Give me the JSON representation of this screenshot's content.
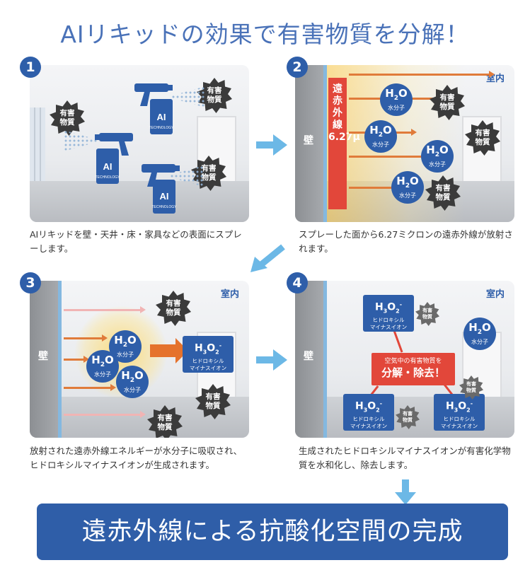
{
  "title": "AIリキッドの効果で有害物質を分解！",
  "labels": {
    "toxin_line1": "有害",
    "toxin_line2": "物質",
    "wall": "壁",
    "room": "室内",
    "water_sub": "水分子",
    "ion_sub_1": "ヒドロキシル",
    "ion_sub_2": "マイナスイオン",
    "ir_text": "遠赤外線 6.27μ",
    "callout_line1": "空気中の有害物質を",
    "callout_line2": "分解・除去！",
    "sprayer_brand": "AI",
    "sprayer_sub": "TECHNOLOGY"
  },
  "steps": [
    {
      "number": "1",
      "caption": "AIリキッドを壁・天井・床・家具などの表面にスプレーします。"
    },
    {
      "number": "2",
      "caption": "スプレーした面から6.27ミクロンの遠赤外線が放射されます。"
    },
    {
      "number": "3",
      "caption": "放射された遠赤外線エネルギーが水分子に吸収され、ヒドロキシルマイナスイオンが生成されます。"
    },
    {
      "number": "4",
      "caption": "生成されたヒドロキシルマイナスイオンが有害化学物質を水和化し、除去します。"
    }
  ],
  "conclusion": "遠赤外線による抗酸化空間の完成",
  "colors": {
    "brand_blue": "#2e5ea9",
    "title_blue": "#4a72b8",
    "accent_red": "#e2473a",
    "arrow_light": "#6cb8e6"
  }
}
